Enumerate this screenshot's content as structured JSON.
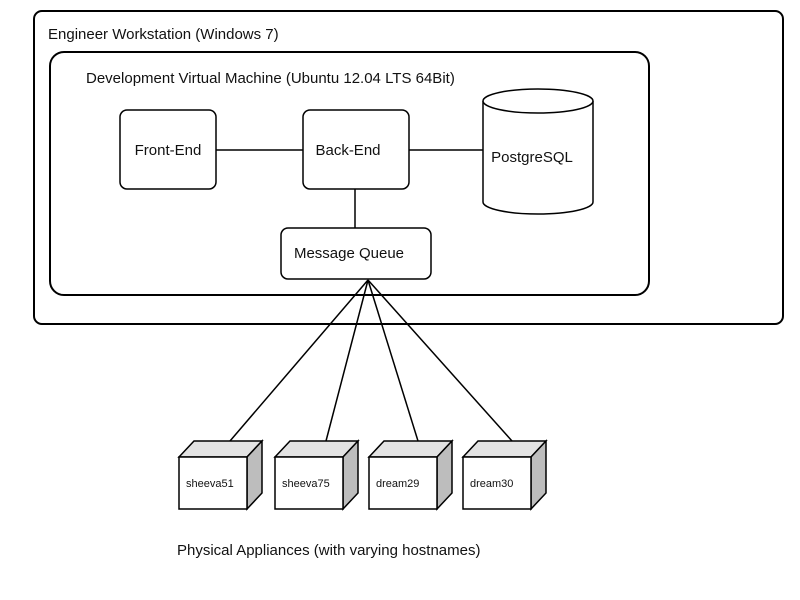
{
  "workstation": {
    "title": "Engineer Workstation (Windows 7)"
  },
  "vm": {
    "title": "Development Virtual Machine (Ubuntu 12.04 LTS 64Bit)"
  },
  "components": {
    "front_end": "Front-End",
    "back_end": "Back-End",
    "postgresql": "PostgreSQL",
    "message_queue": "Message Queue"
  },
  "appliances": {
    "items": [
      "sheeva51",
      "sheeva75",
      "dream29",
      "dream30"
    ],
    "caption": "Physical Appliances (with varying hostnames)"
  }
}
